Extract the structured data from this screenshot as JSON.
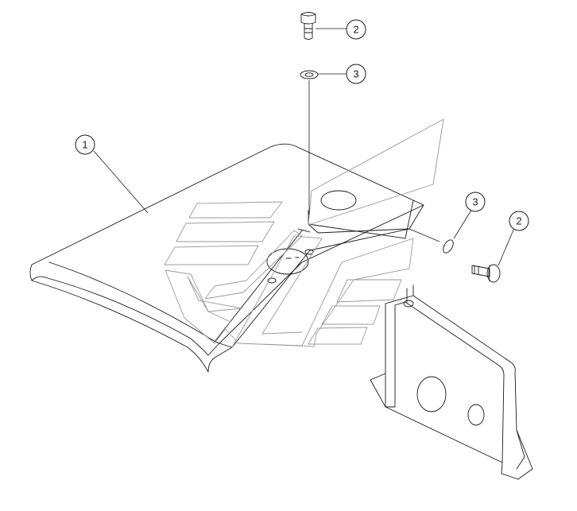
{
  "colors": {
    "line": "#1a1a1a",
    "decal": "#9a9a9a",
    "background": "#ffffff"
  },
  "callouts": [
    {
      "id": "callout-1",
      "label": "1",
      "part": "hood"
    },
    {
      "id": "callout-2-top",
      "label": "2",
      "part": "bolt"
    },
    {
      "id": "callout-3-top",
      "label": "3",
      "part": "washer"
    },
    {
      "id": "callout-3-side",
      "label": "3",
      "part": "washer"
    },
    {
      "id": "callout-2-side",
      "label": "2",
      "part": "bolt"
    }
  ]
}
